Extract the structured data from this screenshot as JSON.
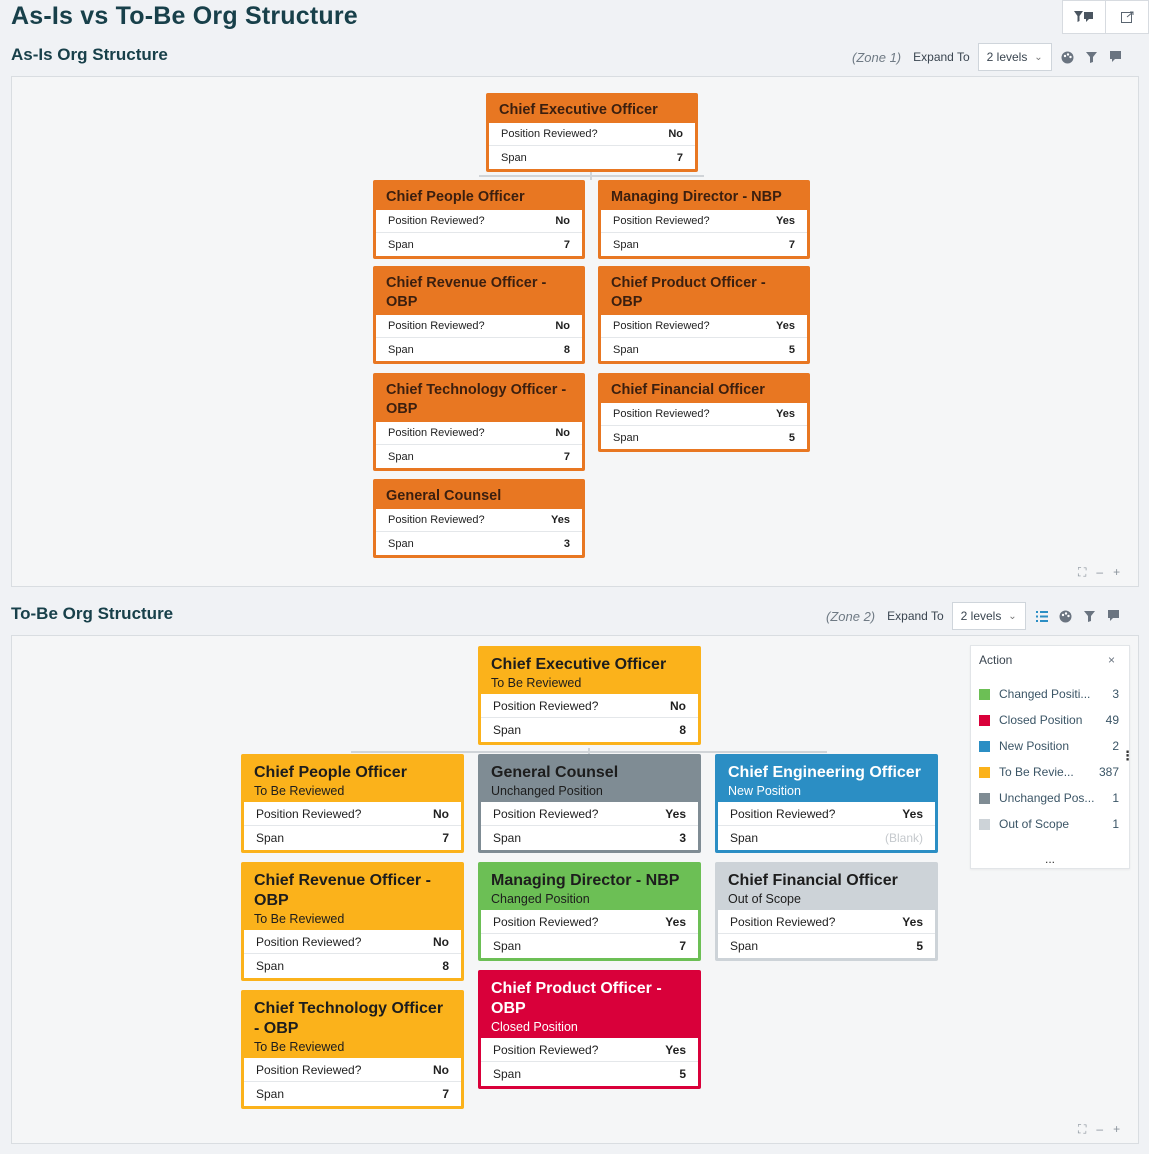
{
  "page_title": "As-Is vs To-Be Org Structure",
  "top_tools": [
    "filter-comment-icon",
    "export-icon"
  ],
  "asis": {
    "title": "As-Is Org Structure",
    "zone": "(Zone 1)",
    "expand_label": "Expand To",
    "expand_value": "2 levels",
    "row_labels": {
      "reviewed": "Position Reviewed?",
      "span": "Span"
    },
    "cards": [
      {
        "title": "Chief Executive Officer",
        "reviewed": "No",
        "span": "7"
      },
      {
        "title": "Chief People Officer",
        "reviewed": "No",
        "span": "7"
      },
      {
        "title": "Managing Director - NBP",
        "reviewed": "Yes",
        "span": "7"
      },
      {
        "title": "Chief Revenue Officer - OBP",
        "reviewed": "No",
        "span": "8"
      },
      {
        "title": "Chief Product Officer - OBP",
        "reviewed": "Yes",
        "span": "5"
      },
      {
        "title": "Chief Technology Officer - OBP",
        "reviewed": "No",
        "span": "7"
      },
      {
        "title": "Chief Financial Officer",
        "reviewed": "Yes",
        "span": "5"
      },
      {
        "title": "General Counsel",
        "reviewed": "Yes",
        "span": "3"
      }
    ],
    "color": "#e87722"
  },
  "tobe": {
    "title": "To-Be Org Structure",
    "zone": "(Zone 2)",
    "expand_label": "Expand To",
    "expand_value": "2 levels",
    "row_labels": {
      "reviewed": "Position Reviewed?",
      "span": "Span"
    },
    "cards": [
      {
        "title": "Chief Executive Officer",
        "status": "To Be Reviewed",
        "reviewed": "No",
        "span": "8"
      },
      {
        "title": "Chief People Officer",
        "status": "To Be Reviewed",
        "reviewed": "No",
        "span": "7"
      },
      {
        "title": "General Counsel",
        "status": "Unchanged Position",
        "reviewed": "Yes",
        "span": "3"
      },
      {
        "title": "Chief Engineering Officer",
        "status": "New Position",
        "reviewed": "Yes",
        "span": "(Blank)"
      },
      {
        "title": "Chief Revenue Officer - OBP",
        "status": "To Be Reviewed",
        "reviewed": "No",
        "span": "8"
      },
      {
        "title": "Managing Director - NBP",
        "status": "Changed Position",
        "reviewed": "Yes",
        "span": "7"
      },
      {
        "title": "Chief Financial Officer",
        "status": "Out of Scope",
        "reviewed": "Yes",
        "span": "5"
      },
      {
        "title": "Chief Technology Officer - OBP",
        "status": "To Be Reviewed",
        "reviewed": "No",
        "span": "7"
      },
      {
        "title": "Chief Product Officer - OBP",
        "status": "Closed Position",
        "reviewed": "Yes",
        "span": "5"
      }
    ],
    "legend": {
      "title": "Action",
      "close": "×",
      "more": "...",
      "items": [
        {
          "label": "Changed Positi...",
          "count": "3",
          "color": "#6cbf55"
        },
        {
          "label": "Closed Position",
          "count": "49",
          "color": "#d9003a"
        },
        {
          "label": "New Position",
          "count": "2",
          "color": "#2b8ec4"
        },
        {
          "label": "To Be Revie...",
          "count": "387",
          "color": "#fbb21b"
        },
        {
          "label": "Unchanged Pos...",
          "count": "1",
          "color": "#7f8c94"
        },
        {
          "label": "Out of Scope",
          "count": "1",
          "color": "#cdd3d8"
        }
      ]
    }
  }
}
